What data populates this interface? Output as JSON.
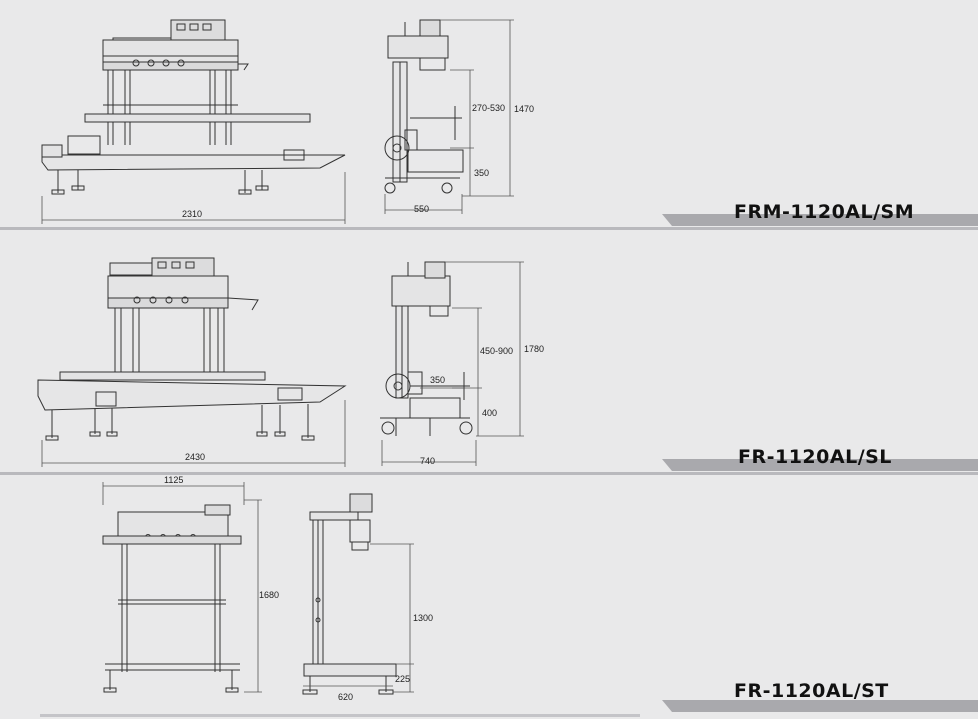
{
  "models": [
    {
      "name": "FRM-1120AL/SM",
      "front_width": "2310",
      "side_width": "550",
      "total_height": "1470",
      "height_range": "270-530",
      "lower_height": "350"
    },
    {
      "name": "FR-1120AL/SL",
      "front_width": "2430",
      "side_width": "740",
      "total_height": "1780",
      "height_range": "450-900",
      "mid_width": "350",
      "lower_height": "400"
    },
    {
      "name": "FR-1120AL/ST",
      "front_width": "1125",
      "front_height": "1680",
      "side_width": "620",
      "upper_height": "1300",
      "lower_height": "225"
    }
  ],
  "colors": {
    "background": "#e9e9ea",
    "line": "#333333",
    "dim_line": "#555555",
    "band": "#a9a9ad",
    "separator": "#b9b9bd"
  }
}
